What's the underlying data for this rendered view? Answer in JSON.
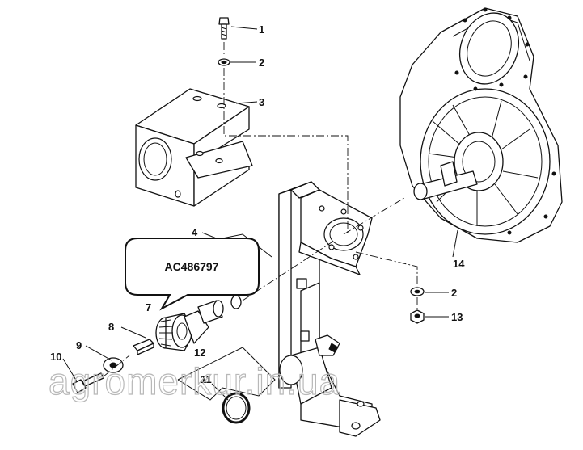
{
  "callout": {
    "text": "AC486797"
  },
  "parts": [
    {
      "label": "1",
      "name": "bolt-top"
    },
    {
      "label": "2",
      "name": "washer-top"
    },
    {
      "label": "3",
      "name": "guard-bracket"
    },
    {
      "label": "4",
      "name": "support-frame"
    },
    {
      "label": "7",
      "name": "gear"
    },
    {
      "label": "8",
      "name": "key"
    },
    {
      "label": "9",
      "name": "washer"
    },
    {
      "label": "10",
      "name": "bolt"
    },
    {
      "label": "11",
      "name": "snap-ring"
    },
    {
      "label": "12",
      "name": "kit"
    },
    {
      "label": "14",
      "name": "fan"
    },
    {
      "label": "2",
      "name": "washer-right"
    },
    {
      "label": "13",
      "name": "nut"
    }
  ],
  "watermark": "agromerkur.in.ua"
}
